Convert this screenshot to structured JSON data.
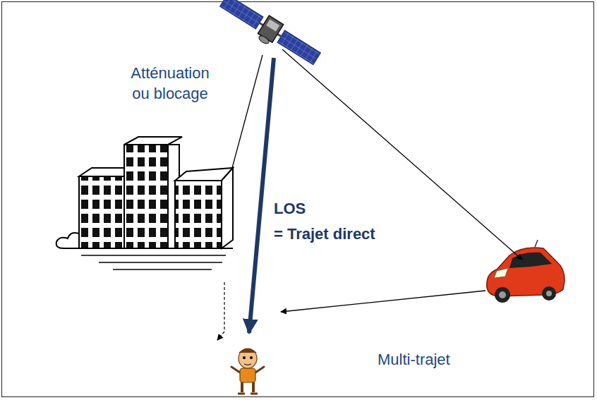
{
  "diagram": {
    "labels": [
      "Atténuation ou blocage",
      "LOS",
      "= Trajet direct",
      "Multi-trajet"
    ]
  }
}
